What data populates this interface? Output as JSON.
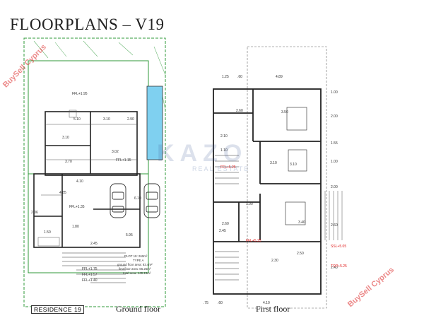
{
  "title": "FLOORPLANS – V19",
  "ground": {
    "caption": "Ground floor",
    "residence": "RESIDENCE 19",
    "dims_top": [
      "5.10",
      "3.10",
      "2.90"
    ],
    "dims": [
      "3.10",
      "3.02",
      "3.70",
      "4.85",
      "4.10",
      "2.45",
      "1.80",
      "1.50",
      "5.95",
      "6.10",
      "2.06"
    ],
    "levels": [
      "FFL+1.95",
      "FFL+1.15",
      "FFL+1.35",
      "FFL+1.75",
      "FFL+1.57",
      "FFL+1.40"
    ],
    "info": [
      "PLOT 19: 260m²",
      "TYPE A",
      "ground floor area: 83.4m²",
      "first floor area: 66.25m²",
      "total area: 149.15m²"
    ]
  },
  "first": {
    "caption": "First floor",
    "dims_top": [
      "1.25",
      ".60",
      "4.89"
    ],
    "dims_right": [
      "1.00",
      "2.00",
      "1.55",
      "1.00",
      "2.00",
      "2.60",
      "2.40"
    ],
    "dims": [
      "2.60",
      "3.50",
      "3.10",
      "3.10",
      "2.45",
      "2.60",
      "3.40",
      "2.50",
      "2.30",
      "1.10",
      "2.10",
      "1.90"
    ],
    "dims_bottom": [
      ".75",
      ".60",
      "4.10"
    ],
    "levels": [
      "FFL+5.25",
      "FFL+5.25",
      "SSL+5.05",
      "TOP+5.25"
    ]
  },
  "watermark": {
    "site": "BuySell Cyprus",
    "brand": "KAZO",
    "brand_sub": "REAL ESTATE"
  },
  "colors": {
    "green": "#2f9a3a",
    "pool": "#7fd0f0",
    "line": "#222222",
    "red": "#e02020"
  }
}
